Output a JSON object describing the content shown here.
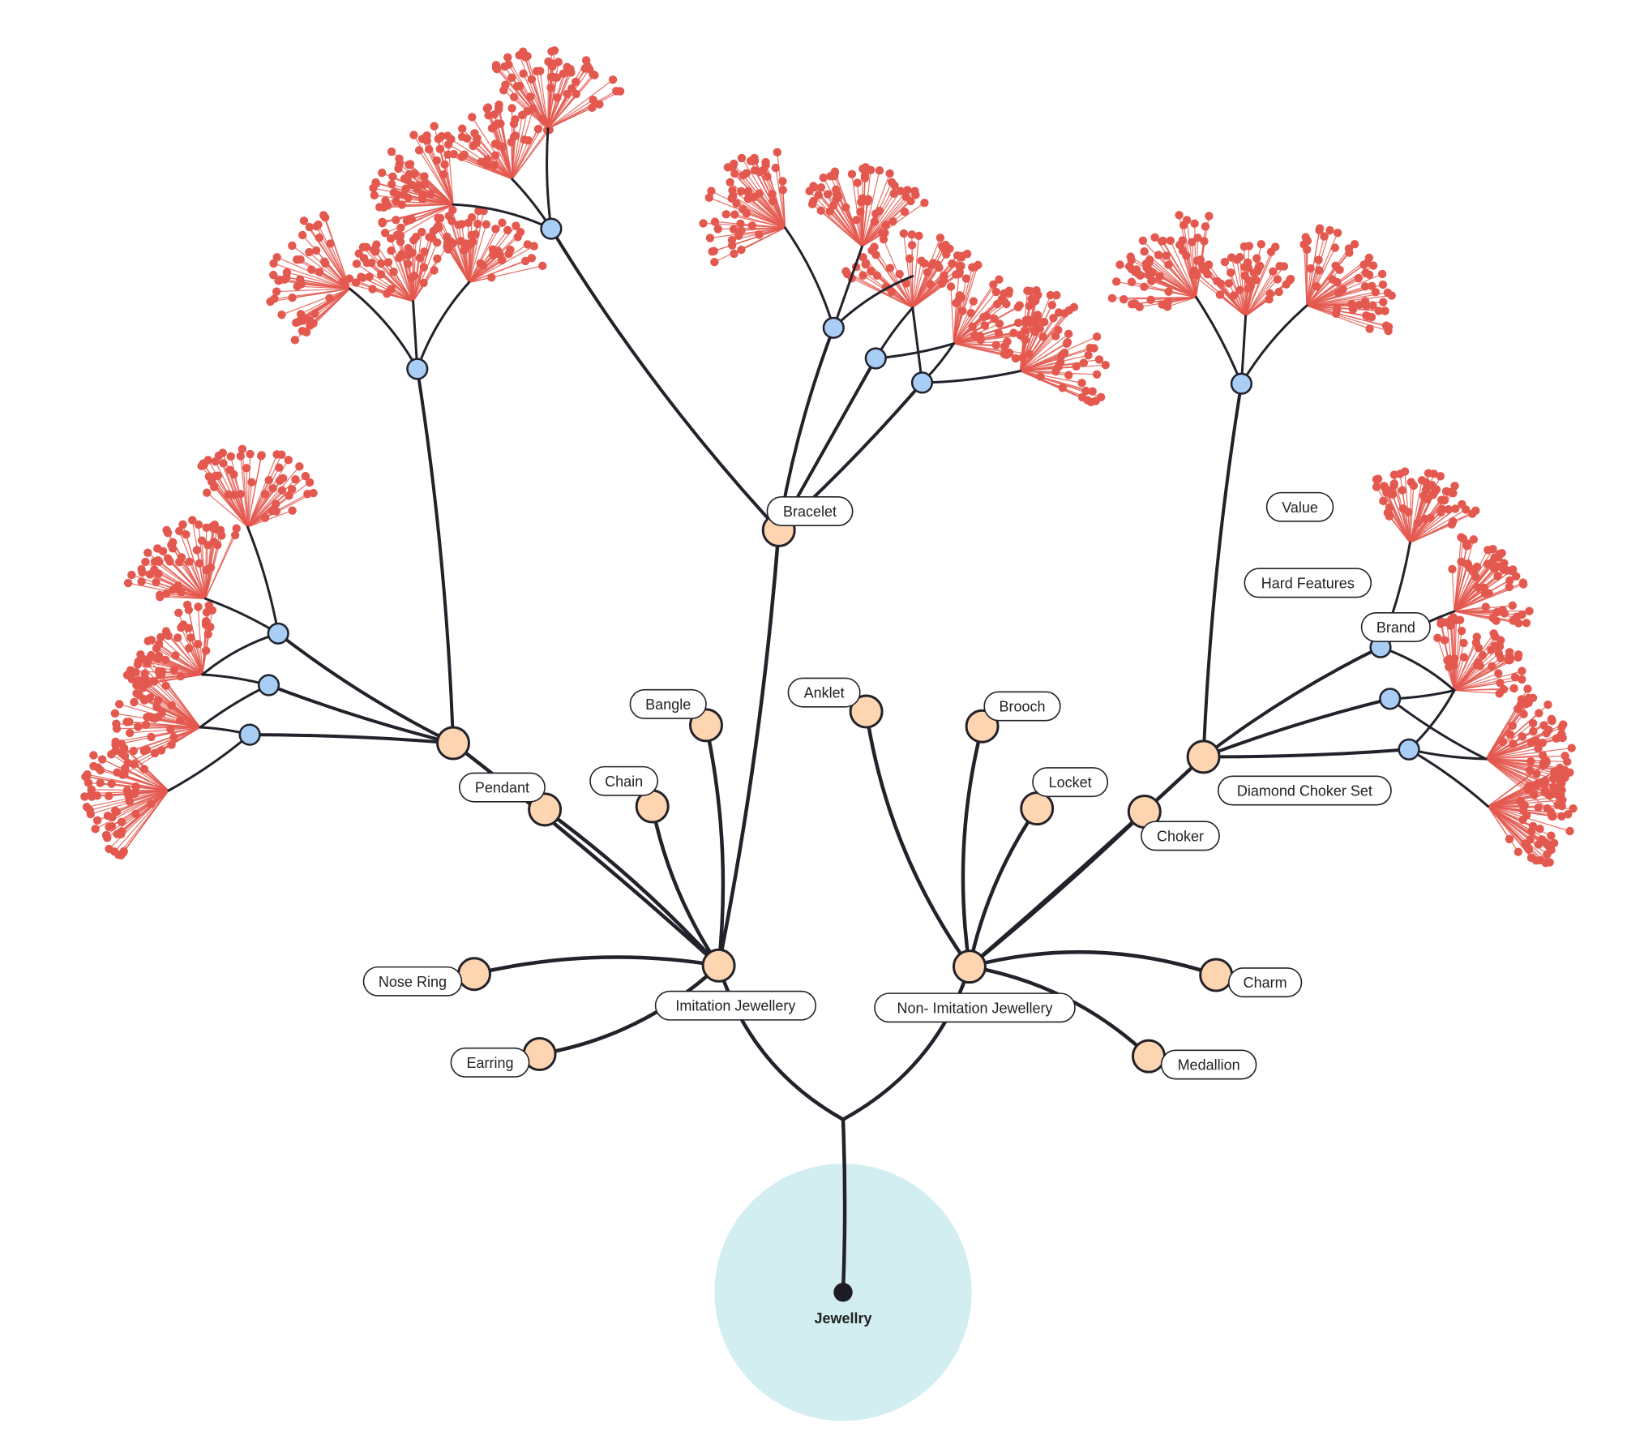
{
  "root": {
    "label": "Jewellry"
  },
  "categories": [
    {
      "id": "imitation",
      "label": "Imitation Jewellery"
    },
    {
      "id": "nonimitation",
      "label": "Non- Imitation Jewellery"
    }
  ],
  "imitation_items": [
    {
      "id": "nose-ring",
      "label": "Nose Ring"
    },
    {
      "id": "earring",
      "label": "Earring"
    },
    {
      "id": "pendant",
      "label": "Pendant"
    },
    {
      "id": "chain",
      "label": "Chain"
    },
    {
      "id": "bangle",
      "label": "Bangle"
    },
    {
      "id": "bracelet",
      "label": "Bracelet"
    }
  ],
  "nonimitation_items": [
    {
      "id": "anklet",
      "label": "Anklet"
    },
    {
      "id": "brooch",
      "label": "Brooch"
    },
    {
      "id": "locket",
      "label": "Locket"
    },
    {
      "id": "choker",
      "label": "Choker"
    },
    {
      "id": "charm",
      "label": "Charm"
    },
    {
      "id": "medallion",
      "label": "Medallion"
    },
    {
      "id": "diamond-choker-set",
      "label": "Diamond Choker Set"
    }
  ],
  "attributes": [
    {
      "id": "brand",
      "label": "Brand"
    },
    {
      "id": "hard-features",
      "label": "Hard Features"
    },
    {
      "id": "value",
      "label": "Value"
    }
  ],
  "colors": {
    "link": "#23222b",
    "category_node": "#fdd5b1",
    "attribute_node": "#a8cef5",
    "leaf": "#e4594f",
    "root_halo": "#d2eef0",
    "root_dot": "#1d1c24",
    "label_border": "#23222b",
    "label_bg": "#ffffff"
  }
}
